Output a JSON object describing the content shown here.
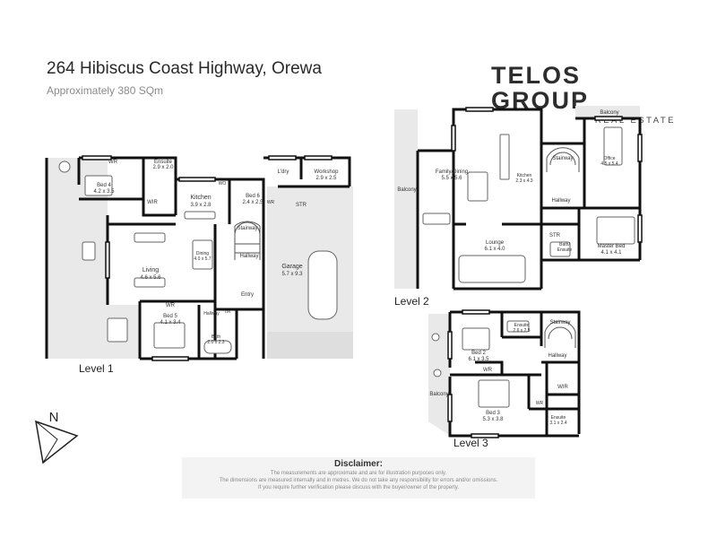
{
  "header": {
    "title": "264 Hibiscus Coast Highway, Orewa",
    "area": "Approximately 380 SQm"
  },
  "logo": {
    "brand": "TELOS GROUP",
    "subtitle": "REAL ESTATE"
  },
  "levels": {
    "level1": {
      "label": "Level 1",
      "rooms": {
        "wr": "WR",
        "ensuite_name": "Ensuite",
        "ensuite_dim": "2.9 x 2.0",
        "bed4_name": "Bed 4",
        "bed4_dim": "4.2 x 3.5",
        "wir": "WIR",
        "kitchen_name": "Kitchen",
        "kitchen_dim": "3.9 x 2.8",
        "wo": "WO",
        "ldry": "L'dry",
        "workshop_name": "Workshop",
        "workshop_dim": "2.9 x 2.5",
        "bed6_name": "Bed 6",
        "bed6_dim": "2.4 x 2.5",
        "wr6": "WR",
        "str": "STR",
        "stairway": "Stairway",
        "hallway": "Hallway",
        "dining_name": "Dining",
        "dining_dim": "4.0 x 5.7",
        "living_name": "Living",
        "living_dim": "4.6 x 5.6",
        "garage_name": "Garage",
        "garage_dim": "5.7 x 9.3",
        "entry": "Entry",
        "wr5": "WR",
        "bed5_name": "Bed 5",
        "bed5_dim": "4.1 x 3.4",
        "hallway2": "Hallway",
        "lin": "LIN",
        "bath_name": "Bath",
        "bath_dim": "2.0 x 2.3"
      }
    },
    "level2": {
      "label": "Level 2",
      "rooms": {
        "family_name": "Family/Dining",
        "family_dim": "5.5 x 5.6",
        "kitchen_name": "Kitchen",
        "kitchen_dim": "2.3 x 4.3",
        "balcony": "Balcony",
        "stairway": "Stairway",
        "hallway": "Hallway",
        "balcony_office": "Balcony",
        "office_name": "Office",
        "office_dim": "4.5 x 5.4",
        "lounge_name": "Lounge",
        "lounge_dim": "6.1 x 4.0",
        "str": "STR",
        "bath_name": "Bath/",
        "bath_name2": "Ensuite",
        "master_name": "Master Bed",
        "master_dim": "4.1 x 4.1"
      }
    },
    "level3": {
      "label": "Level 3",
      "rooms": {
        "ensuite_top_name": "Ensuite",
        "ensuite_top_dim": "2.6 x 2.5",
        "stairway": "Stairway",
        "bed2_name": "Bed 2",
        "bed2_dim": "6.1 x 3.5",
        "hallway": "Hallway",
        "wr": "WR",
        "wir": "WIR",
        "balcony": "Balcony",
        "wr3": "WR",
        "bed3_name": "Bed 3",
        "bed3_dim": "5.3 x 3.8",
        "ensuite_name": "Ensuite",
        "ensuite_dim": "3.1 x 2.4"
      }
    }
  },
  "compass": {
    "label": "N"
  },
  "disclaimer": {
    "heading": "Disclaimer:",
    "line1": "The measurements are approximate and are for illustration purposes only.",
    "line2": "The dimensions are measured internally and in metres. We do not take any responsibility for errors and/or omissions.",
    "line3": "If you require further verification please discuss with the buyer/owner of the property."
  }
}
